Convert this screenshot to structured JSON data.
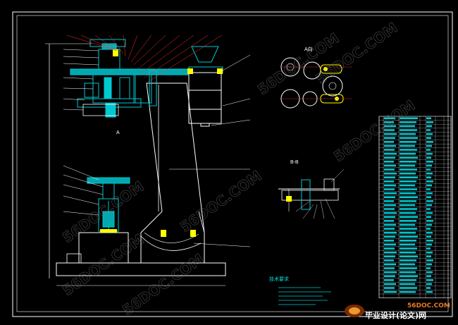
{
  "drawing": {
    "view_a_label": "A向",
    "view_b_label": "B-B",
    "marker_a": "A",
    "notes_title": "技术要求"
  },
  "watermark": {
    "text": "56DOC.COM"
  },
  "branding": {
    "logo_text": "56DOC.COM",
    "tagline": "毕业设计(论文)网"
  },
  "colors": {
    "background": "#000000",
    "outline": "#ffffff",
    "part": "#00c8d0",
    "leader": "#ff3030",
    "text": "#00e0e0"
  }
}
